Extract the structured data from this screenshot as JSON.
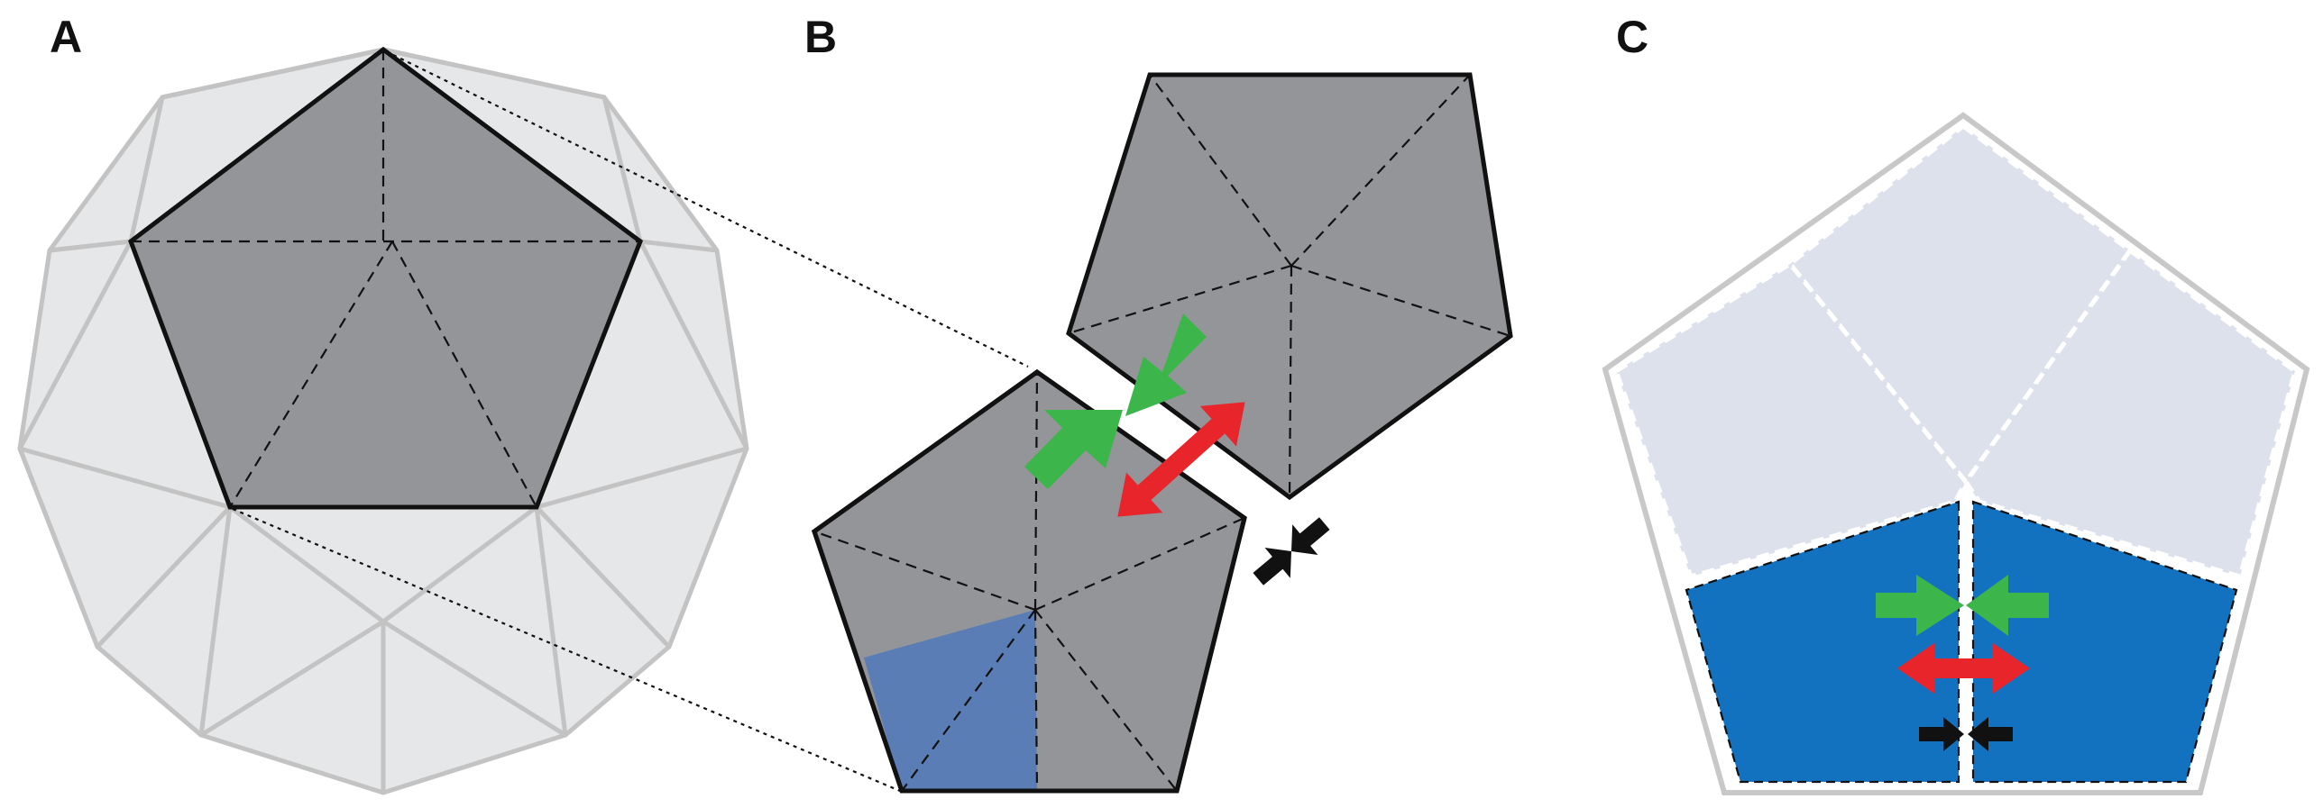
{
  "panels": [
    {
      "label": "A"
    },
    {
      "label": "B"
    },
    {
      "label": "C"
    }
  ],
  "colors": {
    "background": "#ffffff",
    "capsid_fill": "#e6e7e9",
    "capsid_stroke": "#c3c3c3",
    "pentamer_fill": "#939598",
    "outline": "#111111",
    "subunit_highlight": "#5a7db5",
    "subunit_light": "#dde1ec",
    "subunit_dark": "#1372bf",
    "arrow_green": "#3cb54a",
    "arrow_red": "#e8252b",
    "arrow_black": "#111111"
  },
  "icons": [
    "double-arrow-icon",
    "opposing-arrows-icon"
  ]
}
